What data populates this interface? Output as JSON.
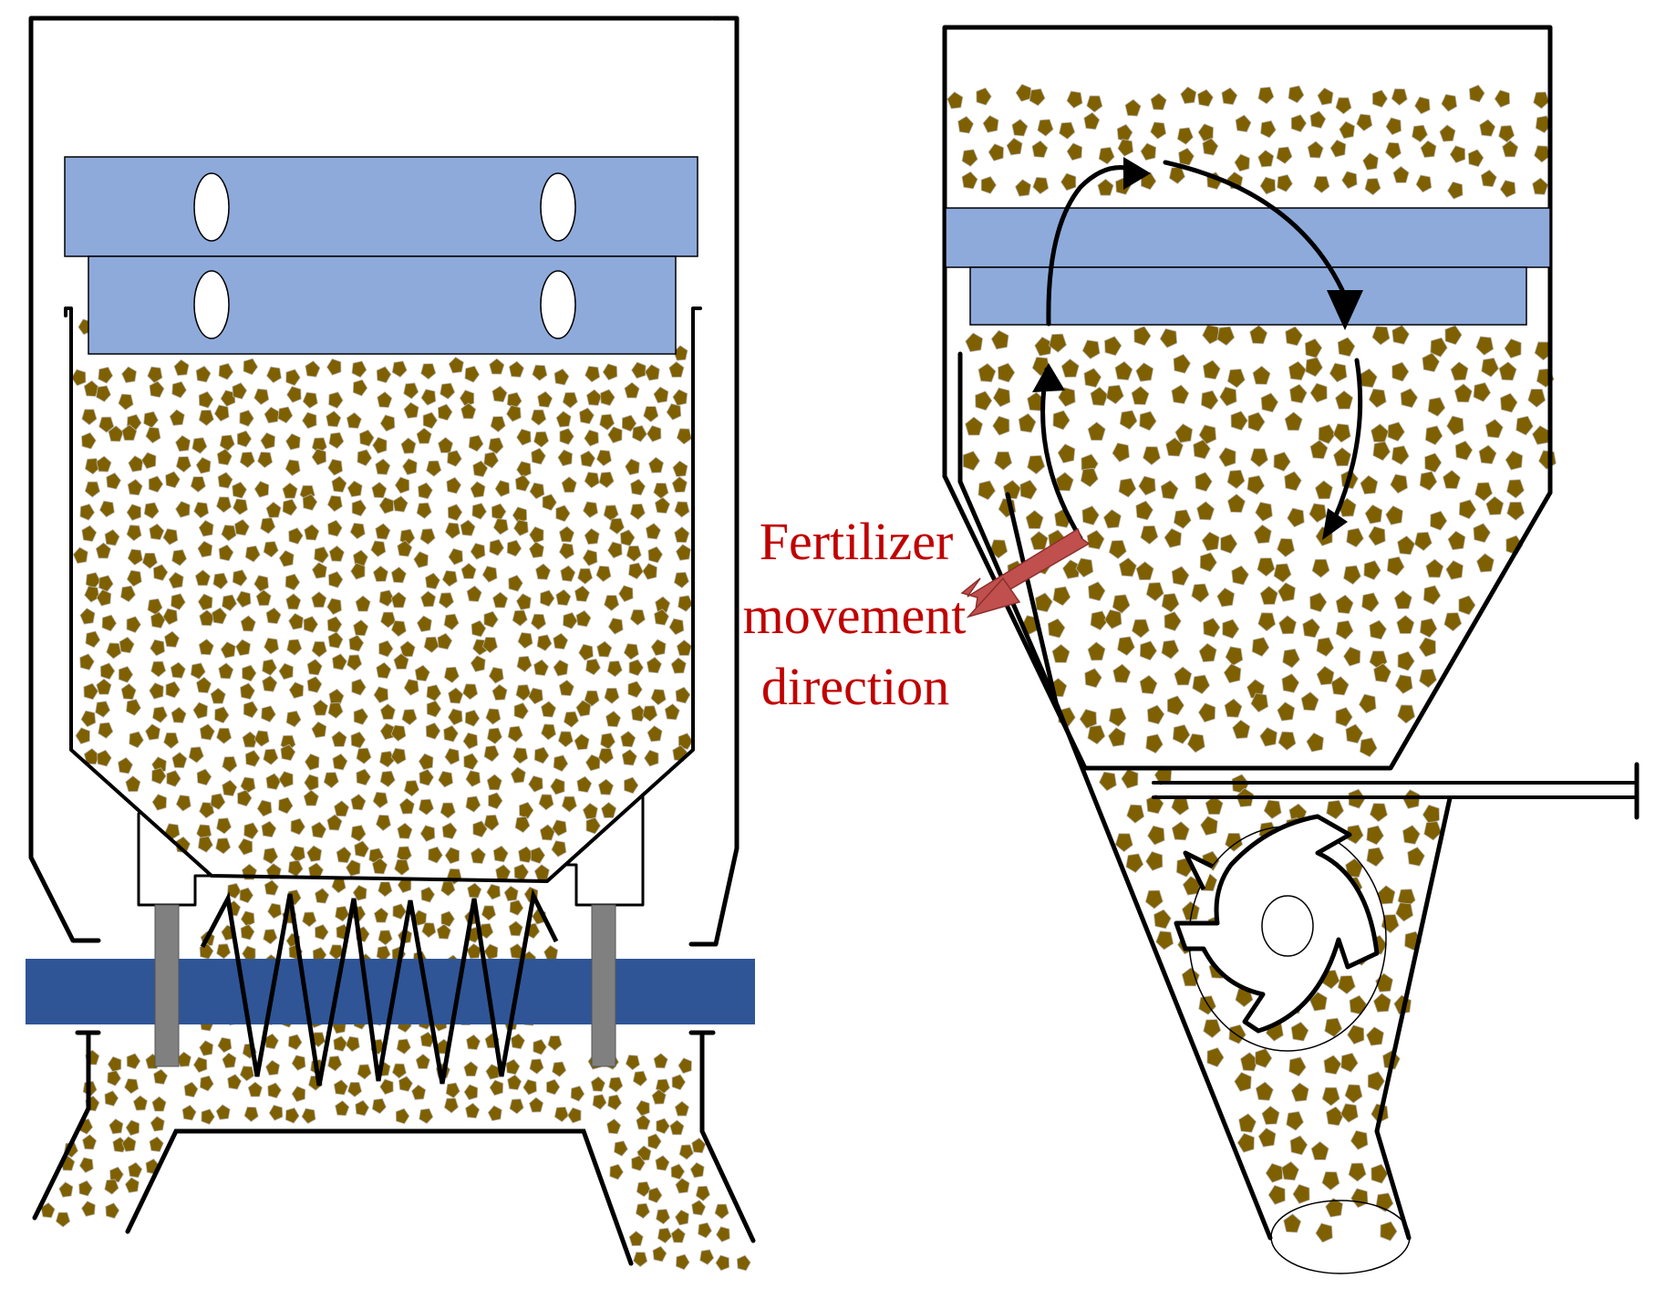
{
  "annotation": {
    "lines": [
      "Fertilizer",
      "movement",
      "direction"
    ],
    "color": "#c00000",
    "arrow_color": "#c0504d"
  },
  "colors": {
    "plate": "#8eaadb",
    "shaft": "#2f5597",
    "rod": "#808080",
    "granule": "#7f6000",
    "outline": "#000000",
    "background": "#ffffff"
  },
  "icons": {
    "left_device": "fertilizer-hopper-with-vibrating-spring",
    "right_device": "fertilizer-hopper-with-rotor",
    "granule_shape": "pentagon"
  }
}
